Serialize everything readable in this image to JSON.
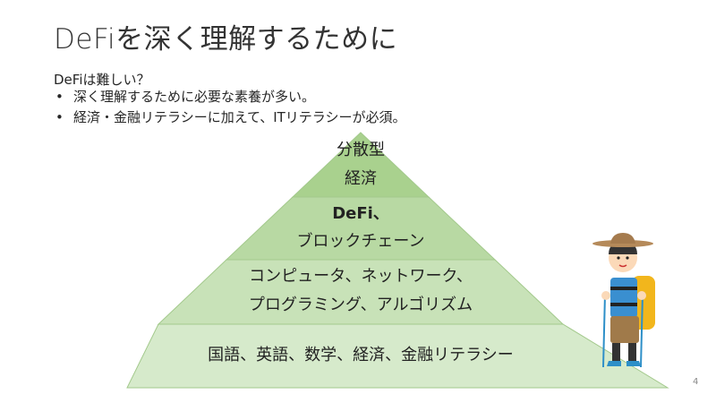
{
  "slide": {
    "title": "DeFiを深く理解するために",
    "subtitle": "DeFiは難しい？",
    "bullets": [
      "深く理解するために必要な素養が多い。",
      "経済・金融リテラシーに加えて、ITリテラシーが必須。"
    ],
    "page_number": "4"
  },
  "pyramid": {
    "levels": [
      {
        "line1": "分散型",
        "line2": "経済",
        "color": "#a9d18e"
      },
      {
        "line1": "DeFi、",
        "line2": "ブロックチェーン",
        "color": "#b8d9a3"
      },
      {
        "line1": "コンピュータ、ネットワーク、",
        "line2": "プログラミング、アルゴリズム",
        "color": "#c8e2b8"
      },
      {
        "line1": "国語、英語、数学、経済、金融リテラシー",
        "color": "#d6eacb"
      }
    ]
  }
}
